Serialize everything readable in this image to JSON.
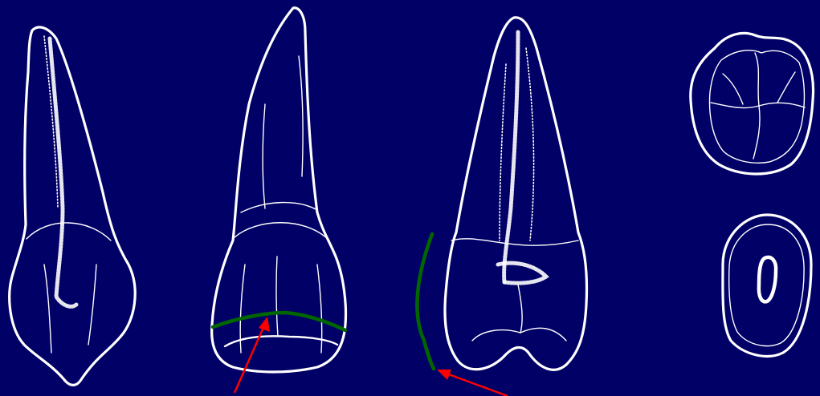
{
  "colors": {
    "background": "#000066",
    "drawing": "#ffffff",
    "curve_marker": "#006600",
    "arrow": "#ff0000"
  },
  "figures": [
    {
      "name": "tooth-view-1",
      "icon": "tooth-outline-icon"
    },
    {
      "name": "tooth-view-2",
      "icon": "tooth-outline-icon"
    },
    {
      "name": "tooth-view-3",
      "icon": "tooth-outline-icon"
    },
    {
      "name": "occlusal-view",
      "icon": "occlusal-outline-icon"
    },
    {
      "name": "cervical-cross-section",
      "icon": "cross-section-icon"
    }
  ],
  "annotations": [
    {
      "name": "incisal-curve-marker",
      "color": "#006600",
      "arrow_color": "#ff0000"
    },
    {
      "name": "proximal-curve-marker",
      "color": "#006600",
      "arrow_color": "#ff0000"
    }
  ]
}
